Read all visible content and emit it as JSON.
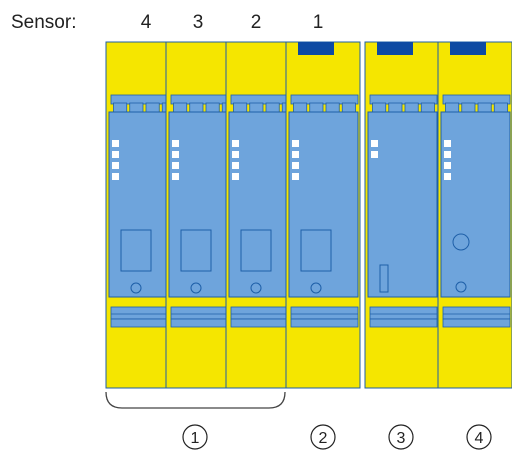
{
  "sensor_row": {
    "label": "Sensor:",
    "numbers": [
      "4",
      "3",
      "2",
      "1"
    ]
  },
  "callouts": [
    "1",
    "2",
    "3",
    "4"
  ],
  "colors": {
    "housing_yellow": "#f5e600",
    "panel_blue": "#6ea4dc",
    "outline": "#1e5fa8",
    "led": "#ffffff",
    "connector_dark": "#0d4aa3",
    "text": "#222222"
  },
  "icons": {
    "bracket": "group-bracket",
    "callout_circle": "circled-number"
  }
}
